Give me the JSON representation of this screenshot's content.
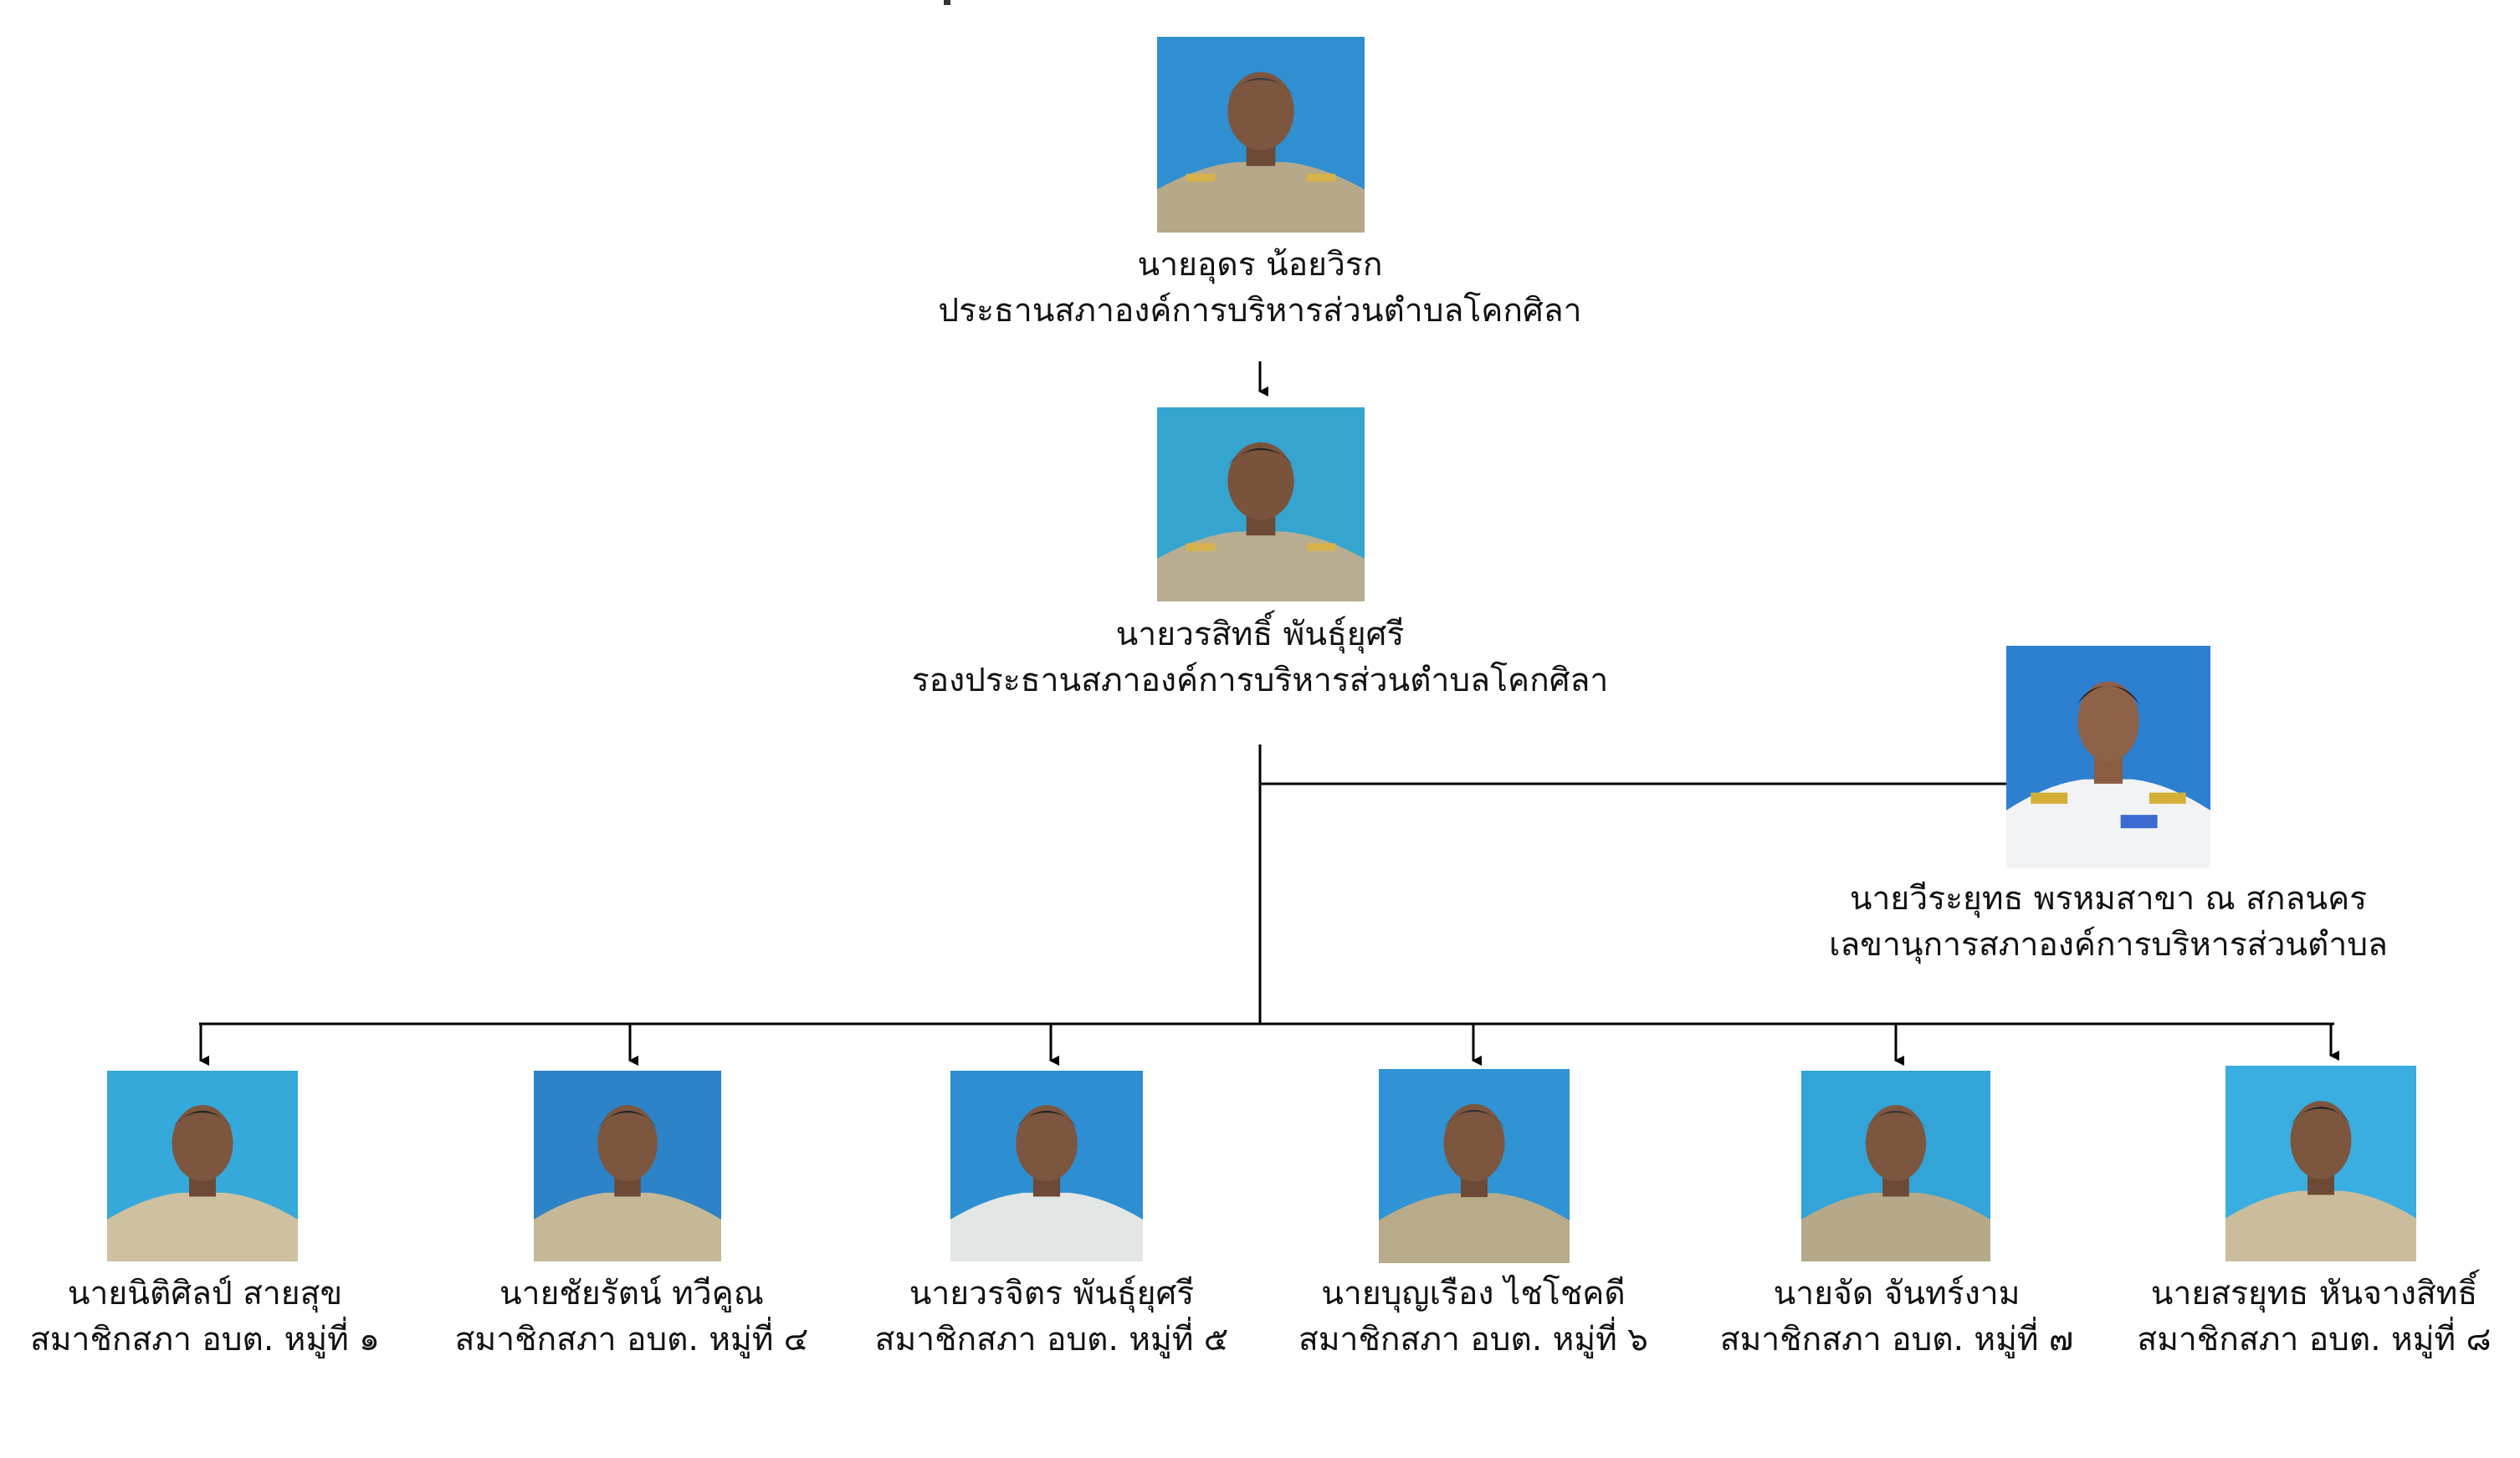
{
  "chart_title": "",
  "nodes": {
    "chairman": {
      "name": "นายอุดร  น้อยวิรก",
      "role": "ประธานสภาองค์การบริหารส่วนตำบลโคกศิลา",
      "photo_icon": "portrait-khaki-uniform"
    },
    "vice": {
      "name": "นายวรสิทธิ์  พันธุ์ยุศรี",
      "role": "รองประธานสภาองค์การบริหารส่วนตำบลโคกศิลา",
      "photo_icon": "portrait-khaki-uniform"
    },
    "secretary": {
      "name": "นายวีระยุทธ พรหมสาขา ณ สกลนคร",
      "role": "เลขานุการสภาองค์การบริหารส่วนตำบล",
      "photo_icon": "portrait-white-uniform"
    },
    "members": [
      {
        "name": "นายนิติศิลป์  สายสุข",
        "role": "สมาชิกสภา อบต. หมู่ที่ ๑",
        "photo_icon": "portrait-khaki-uniform"
      },
      {
        "name": "นายชัยรัตน์  ทวีคูณ",
        "role": "สมาชิกสภา อบต. หมู่ที่ ๔",
        "photo_icon": "portrait-khaki-uniform"
      },
      {
        "name": "นายวรจิตร  พันธุ์ยุศรี",
        "role": "สมาชิกสภา อบต. หมู่ที่ ๕",
        "photo_icon": "portrait-white-uniform"
      },
      {
        "name": "นายบุญเรือง  ไชโชคดี",
        "role": "สมาชิกสภา อบต. หมู่ที่ ๖",
        "photo_icon": "portrait-khaki-uniform"
      },
      {
        "name": "นายจัด  จันทร์งาม",
        "role": "สมาชิกสภา อบต. หมู่ที่ ๗",
        "photo_icon": "portrait-khaki-uniform"
      },
      {
        "name": "นายสรยุทธ  หันจางสิทธิ์",
        "role": "สมาชิกสภา อบต. หมู่ที่ ๘",
        "photo_icon": "portrait-khaki-uniform"
      }
    ]
  },
  "colors": {
    "photo_background": "#2f8fd0",
    "line": "#000000",
    "khaki": "#b6a98a",
    "white_uniform": "#f1f3f4"
  }
}
